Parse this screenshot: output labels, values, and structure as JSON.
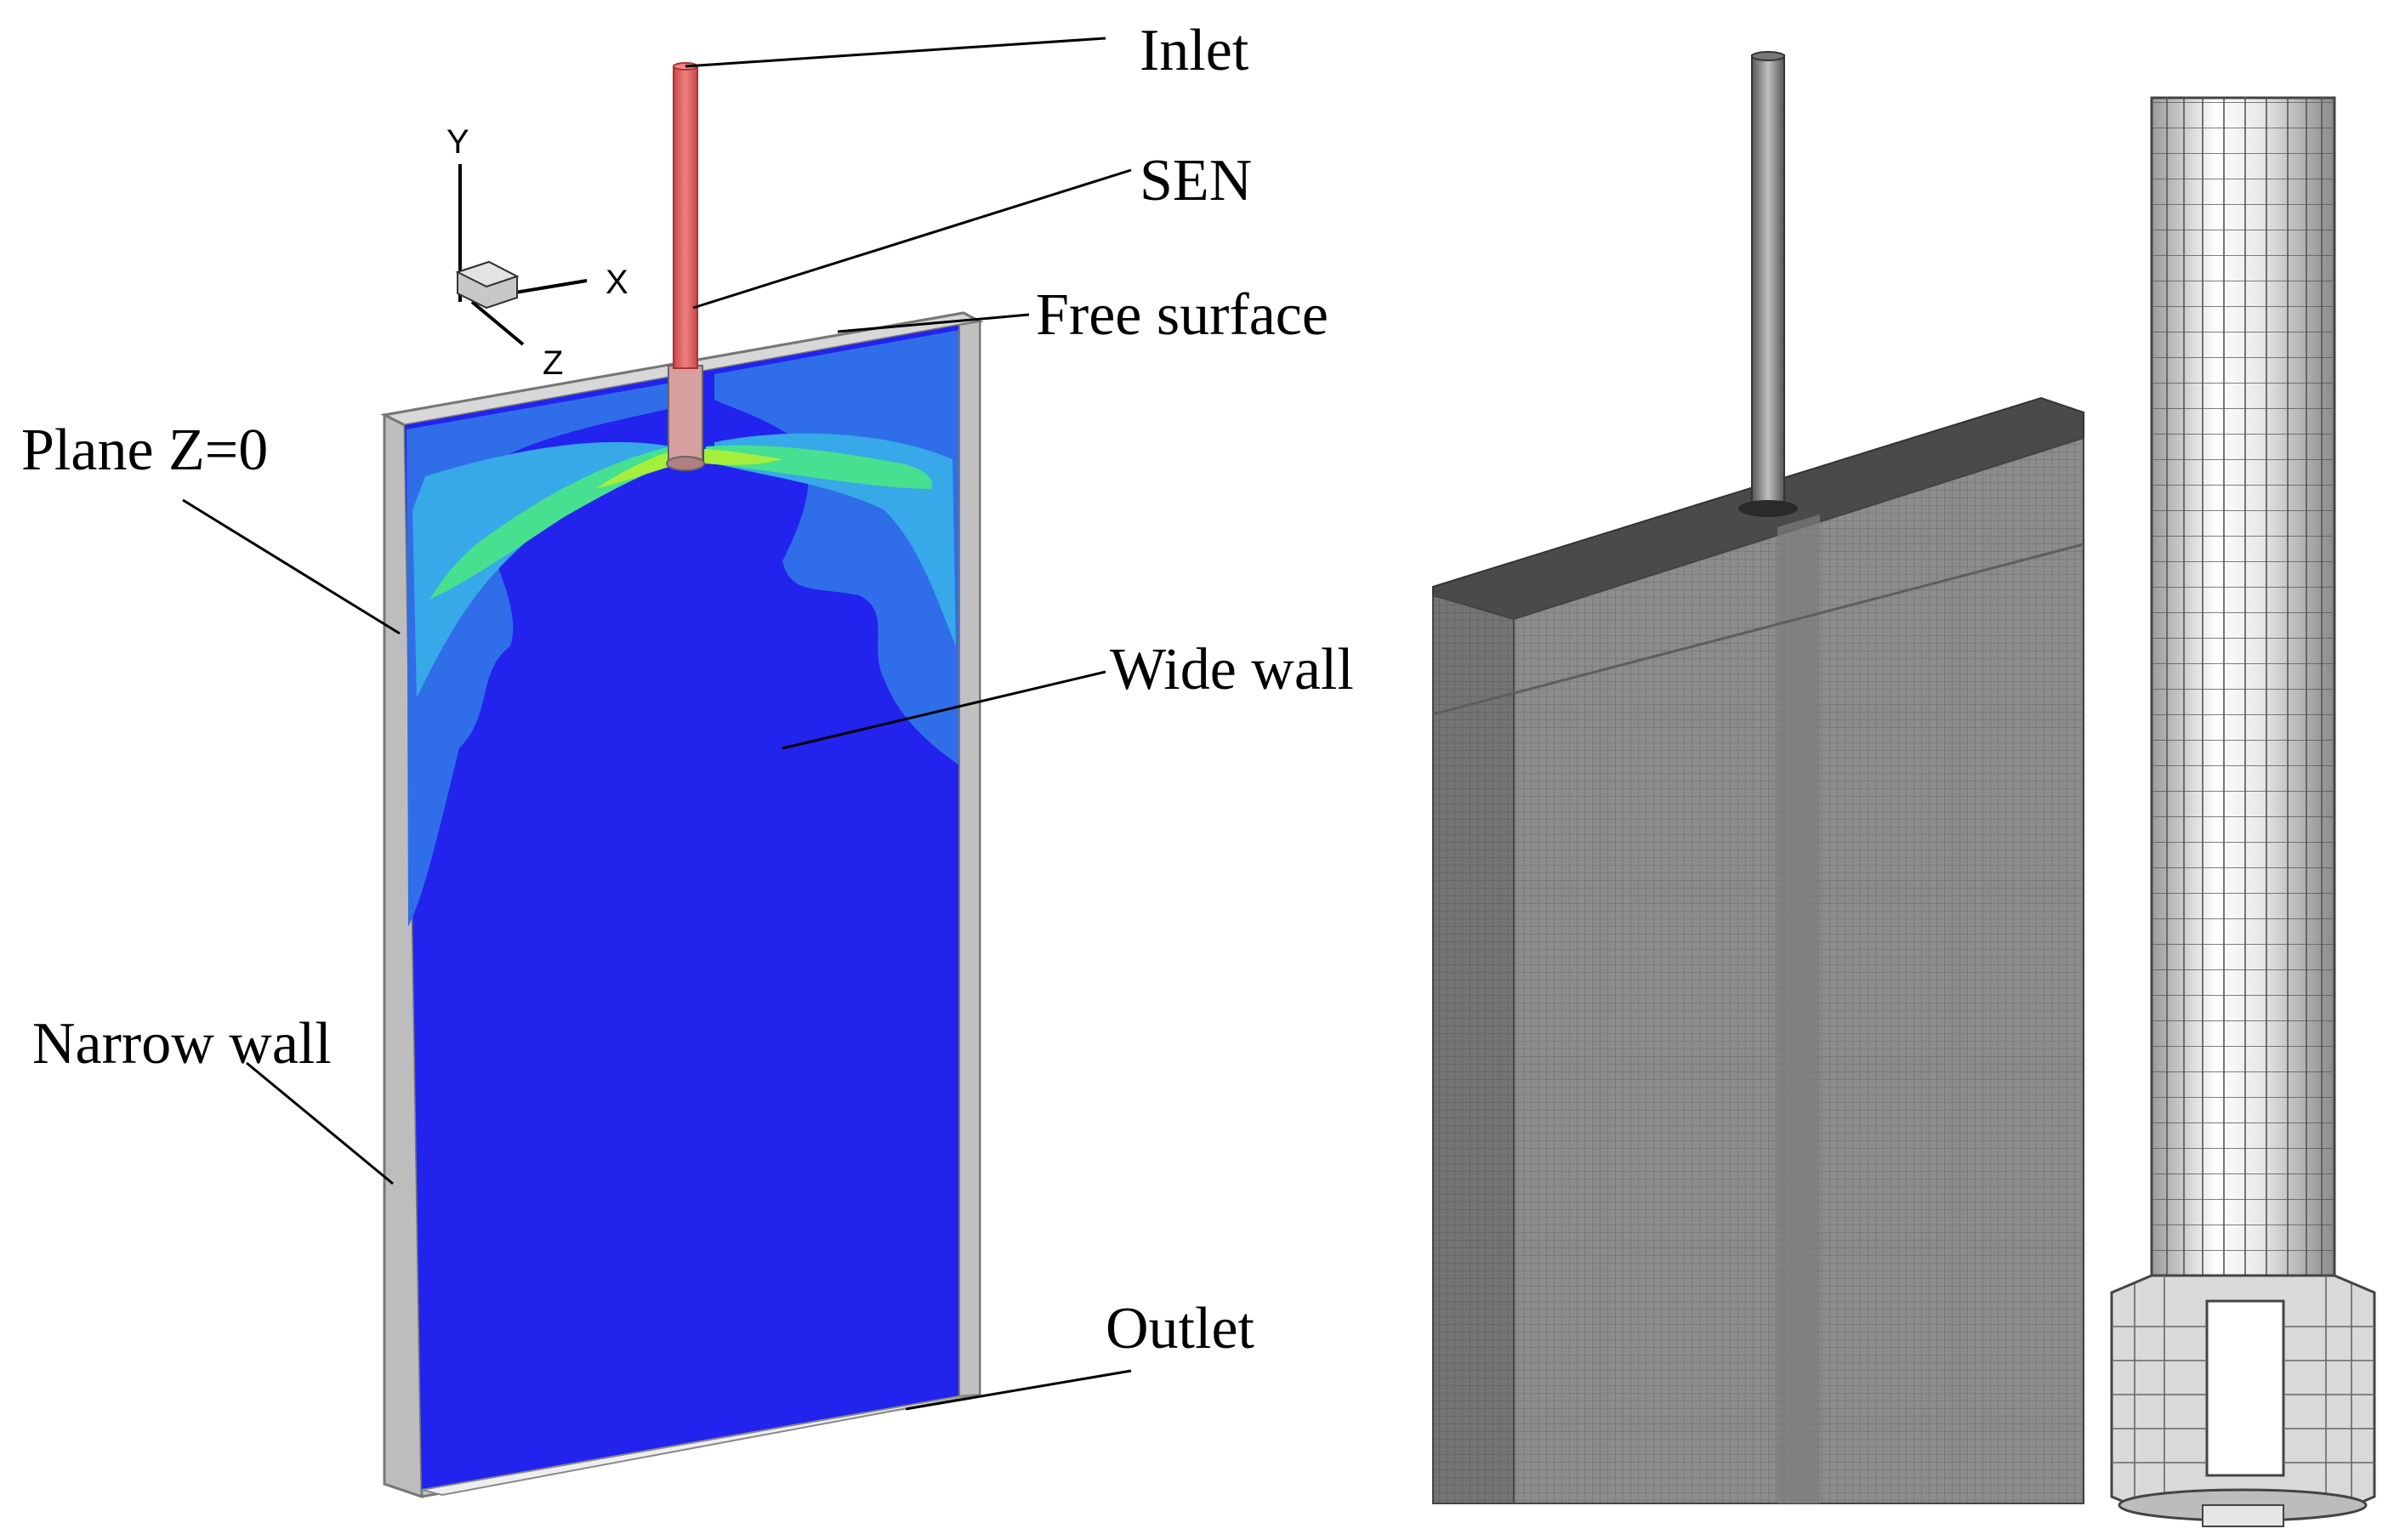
{
  "labels": {
    "inlet": "Inlet",
    "sen": "SEN",
    "free_surface": "Free surface",
    "plane_z0": "Plane Z=0",
    "wide_wall": "Wide wall",
    "narrow_wall": "Narrow wall",
    "outlet": "Outlet"
  },
  "axes": {
    "y": "Y",
    "x": "X",
    "z": "Z"
  },
  "colors": {
    "bulk_flow": "#2323ee",
    "low_velocity": "#2f6ee8",
    "mid_velocity": "#37a8e8",
    "jet_core": "#46e090",
    "jet_peak": "#a6ee3c",
    "inlet_nozzle": "#e86464",
    "mold_walls": "#c9c9c9",
    "mesh_face": "#8a8a8a",
    "mesh_top": "#4a4a4a"
  }
}
